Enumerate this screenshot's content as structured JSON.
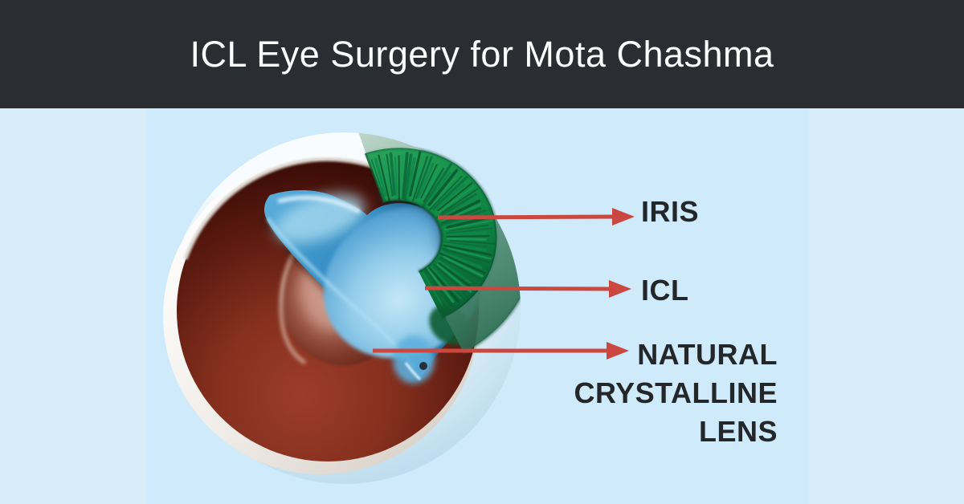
{
  "header": {
    "title": "ICL Eye Surgery for Mota Chashma"
  },
  "diagram": {
    "labels": {
      "iris": "IRIS",
      "icl": "ICL",
      "natural_lens_lines": [
        "NATURAL",
        "CRYSTALLINE",
        "LENS"
      ]
    }
  },
  "colors": {
    "header_bg": "#2a2e32",
    "title_text": "#ffffff",
    "page_bg": "#d9edf9",
    "panel_bg": "#cfeafa",
    "arrow": "#cb4841",
    "label_text": "#24272a",
    "iris_green": "#0f8746",
    "cornea_teal": "#6fa892",
    "icl_blue": "#3b97cd",
    "lens_brown": "#8a3a28",
    "eye_interior_red": "#7c2719",
    "sclera_white": "#f2efec"
  }
}
